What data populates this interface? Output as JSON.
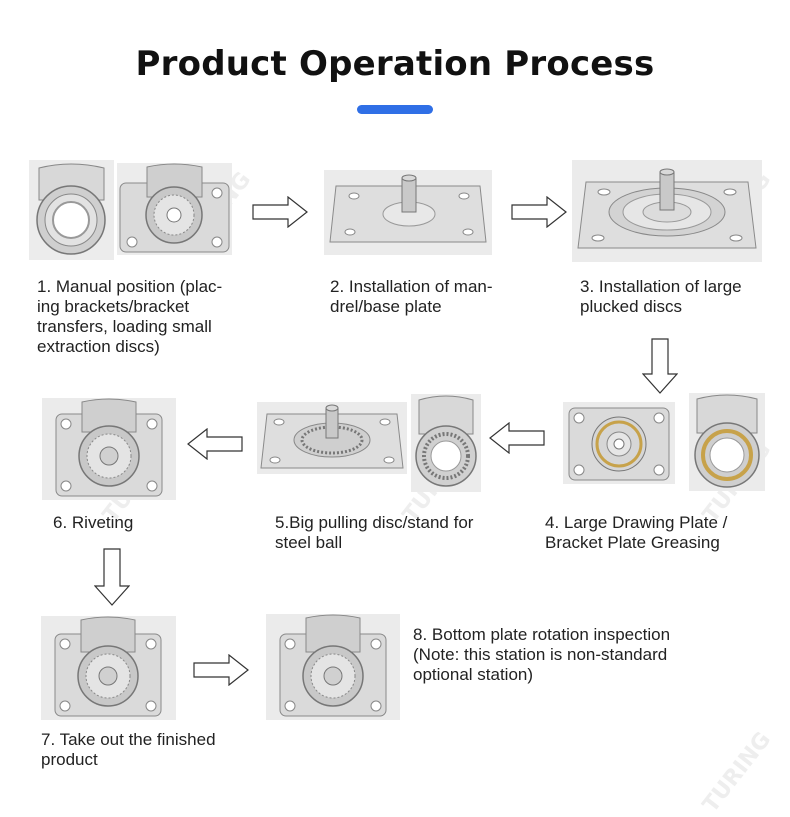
{
  "title": "Product Operation Process",
  "accent_color": "#2f6fe6",
  "watermark_text": "TURING",
  "steps": [
    {
      "label": "1. Manual position (plac-\ning brackets/bracket\ntransfers, loading small\nextraction discs)"
    },
    {
      "label": "2. Installation of man-\ndrel/base plate"
    },
    {
      "label": "3. Installation of large\nplucked discs"
    },
    {
      "label": "4. Large Drawing Plate /\nBracket Plate Greasing"
    },
    {
      "label": "5.Big pulling disc/stand for\nsteel ball"
    },
    {
      "label": "6. Riveting"
    },
    {
      "label": "7. Take out the finished\nproduct"
    },
    {
      "label": "8. Bottom plate rotation inspection\n(Note: this station is non-standard\noptional station)"
    }
  ],
  "icons": {
    "arrow": "outline-arrow-icon",
    "caster_side": "caster-bracket-icon",
    "caster_top": "caster-top-plate-icon",
    "base_plate": "base-plate-icon"
  }
}
